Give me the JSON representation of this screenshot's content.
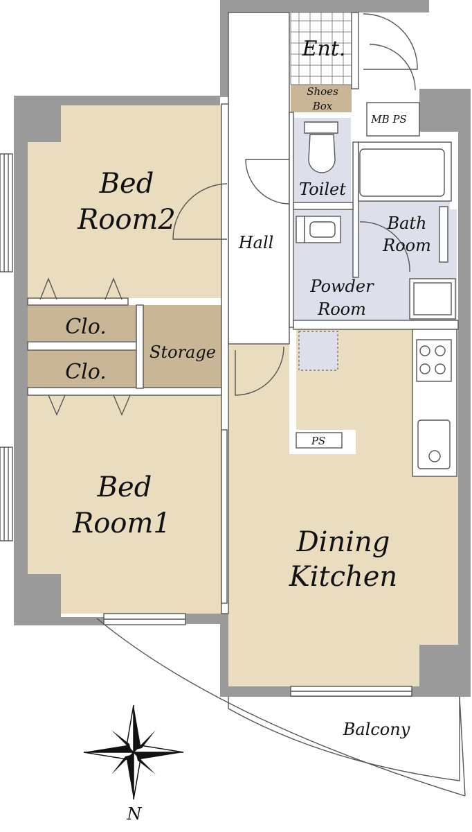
{
  "rooms": {
    "bedroom2": [
      "Bed",
      "Room2"
    ],
    "bedroom1": [
      "Bed",
      "Room1"
    ],
    "closet_upper": "Clo.",
    "closet_lower": "Clo.",
    "storage": "Storage",
    "hall": "Hall",
    "entrance": "Ent.",
    "shoes_box": [
      "Shoes",
      "Box"
    ],
    "mb_ps": "MB PS",
    "toilet": "Toilet",
    "bathroom": [
      "Bath",
      "Room"
    ],
    "powder_room": [
      "Powder",
      "Room"
    ],
    "ps": "PS",
    "dining_kitchen": [
      "Dining",
      "Kitchen"
    ],
    "balcony": "Balcony"
  },
  "compass": {
    "north_label": "N"
  },
  "colors": {
    "wall": "#9a9a9a",
    "wood_floor": "#e9dcbf",
    "closet": "#c8b696",
    "wet_area": "#dde0ea",
    "hall_floor": "#ffffff"
  }
}
